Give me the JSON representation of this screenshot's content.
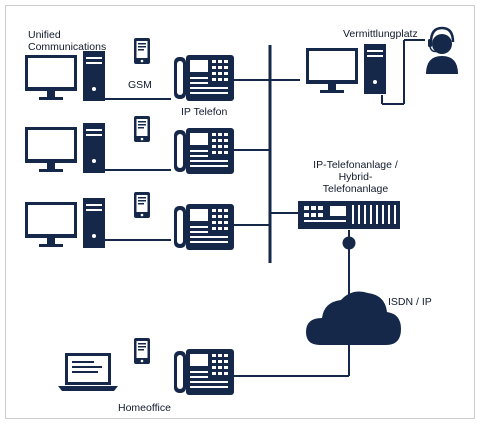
{
  "labels": {
    "unified_line1": "Unified",
    "unified_line2": "Communications",
    "gsm": "GSM",
    "ip_telefon": "IP Telefon",
    "vermittlungsplatz": "Vermittlungplatz",
    "pbx_line1": "IP-Telefonanlage /",
    "pbx_line2": "Hybrid-",
    "pbx_line3": "Telefonanlage",
    "isdn": "ISDN / IP",
    "homeoffice": "Homeoffice"
  },
  "colors": {
    "navy": "#16284a",
    "border": "#c8ccd2",
    "bg": "#ffffff"
  }
}
